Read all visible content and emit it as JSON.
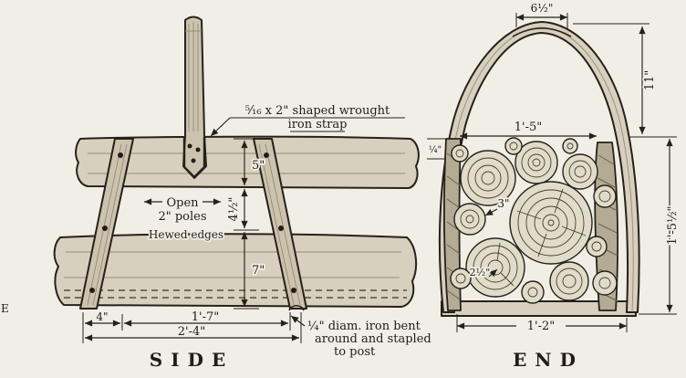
{
  "colors": {
    "ink": "#26211b",
    "paper": "#f1eee6",
    "wood": "#d7d0be"
  },
  "side_view": {
    "title": "SIDE",
    "strap_note_line1": "⁵⁄₁₆ x 2\" shaped wrought",
    "strap_note_line2": "iron strap",
    "open_label": "Open",
    "poles_label": "2\" poles",
    "hewed_edges_label": "Hewed edges",
    "dims": {
      "beam_height": "5\"",
      "gap_height": "4½\"",
      "runner_height": "7\"",
      "end_offset": "4\"",
      "inner_span": "1'-7\"",
      "overall_span": "2'-4\""
    },
    "iron_note_line1": "¼\" diam. iron bent",
    "iron_note_line2": "around and stapled",
    "iron_note_line3": "to post"
  },
  "end_view": {
    "title": "END",
    "dims": {
      "top_width": "6½\"",
      "upper_height": "11\"",
      "inner_width": "1'-5\"",
      "strap_width": "¼\"",
      "bottom_width": "1'-2\"",
      "lower_height": "1'-5½\""
    },
    "pole_label_large": "3\"",
    "pole_label_small": "2½\""
  },
  "margin_mark": "E"
}
